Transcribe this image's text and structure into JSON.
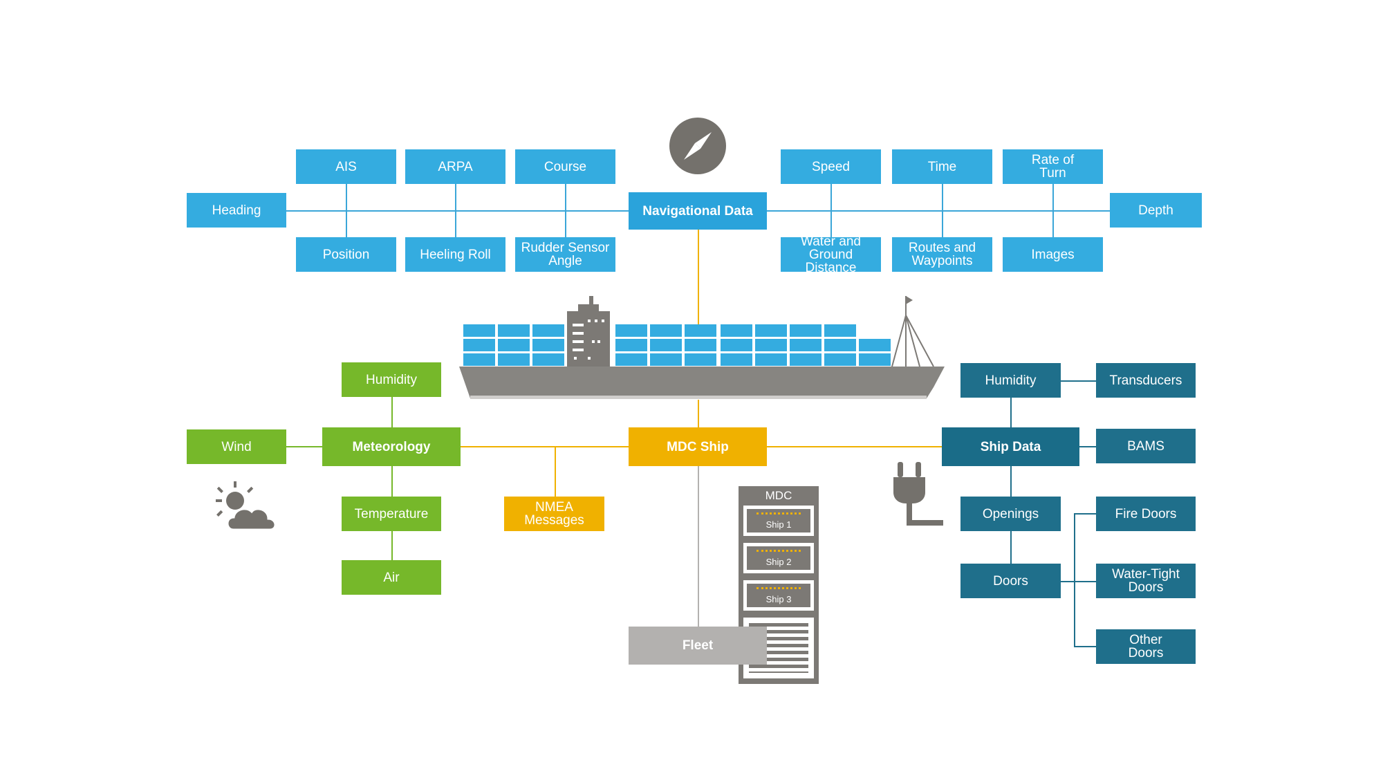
{
  "colors": {
    "navigational": "#34ace0",
    "meteorology": "#76b82a",
    "mdc": "#f0b100",
    "ship_data": "#1f6f8b",
    "fleet": "#b3b1af",
    "ship_hull": "#878581"
  },
  "icons": {
    "compass": "compass-icon",
    "weather": "sun-cloud-icon",
    "power": "power-plug-icon",
    "server": "server-rack-icon",
    "vessel": "container-ship-icon"
  },
  "navigation": {
    "center": "Navigational Data",
    "top_left": [
      "AIS",
      "ARPA",
      "Course"
    ],
    "bottom_left": [
      "Position",
      "Heeling Roll",
      "Rudder Sensor\nAngle"
    ],
    "left_end": "Heading",
    "top_right": [
      "Speed",
      "Time",
      "Rate of\nTurn"
    ],
    "bottom_right": [
      "Water and\nGround Distance",
      "Routes and\nWaypoints",
      "Images"
    ],
    "right_end": "Depth"
  },
  "meteorology": {
    "center": "Meteorology",
    "humidity": "Humidity",
    "wind": "Wind",
    "temperature": "Temperature",
    "air": "Air"
  },
  "mdc": {
    "center": "MDC Ship",
    "nmea": "NMEA\nMessages",
    "fleet": "Fleet",
    "rack_title": "MDC",
    "rack_ships": [
      "Ship 1",
      "Ship 2",
      "Ship 3"
    ]
  },
  "ship_data": {
    "center": "Ship Data",
    "humidity": "Humidity",
    "transducers": "Transducers",
    "bams": "BAMS",
    "openings": "Openings",
    "doors": "Doors",
    "fire_doors": "Fire Doors",
    "water_tight": "Water-Tight\nDoors",
    "other_doors": "Other\nDoors"
  }
}
